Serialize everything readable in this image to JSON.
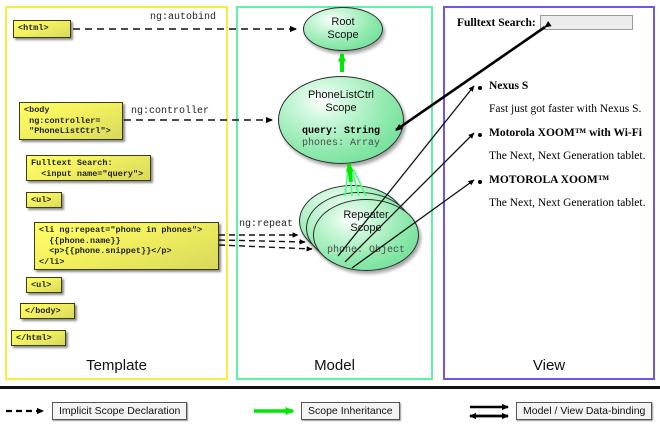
{
  "panels": [
    {
      "key": "template",
      "title": "Template",
      "color": "#f4ef3a"
    },
    {
      "key": "model",
      "title": "Model",
      "color": "#5df2a6"
    },
    {
      "key": "view",
      "title": "View",
      "color": "#6f56e8"
    }
  ],
  "template": {
    "boxes": [
      {
        "id": "html-open",
        "text": "<html>"
      },
      {
        "id": "body-open",
        "text": "<body\n ng:controller=\n \"PhoneListCtrl\">"
      },
      {
        "id": "fulltext-search",
        "text": "Fulltext Search:\n  <input name=\"query\">"
      },
      {
        "id": "ul-open",
        "text": "<ul>"
      },
      {
        "id": "li-repeat",
        "text": "<li ng:repeat=\"phone in phones\">\n  {{phone.name}}\n  <p>{{phone.snippet}}</p>\n</li>"
      },
      {
        "id": "ul-close",
        "text": "<ul>"
      },
      {
        "id": "body-close",
        "text": "</body>"
      },
      {
        "id": "html-close",
        "text": "</html>"
      }
    ]
  },
  "edge_labels": {
    "autobind": "ng:autobind",
    "controller": "ng:controller",
    "repeat": "ng:repeat"
  },
  "model": {
    "scopes": [
      {
        "id": "root-scope",
        "title_line1": "Root",
        "title_line2": "Scope",
        "props": []
      },
      {
        "id": "phonelistctrl-scope",
        "title_line1": "PhoneListCtrl",
        "title_line2": "Scope",
        "props": [
          {
            "text": "query: String",
            "bold": true
          },
          {
            "text": "phones: Array",
            "bold": false
          }
        ]
      },
      {
        "id": "repeater-scope",
        "title_line1": "Repeater",
        "title_line2": "Scope",
        "props": [
          {
            "text": "phone: Object",
            "bold": false
          }
        ]
      }
    ]
  },
  "view": {
    "search_label": "Fulltext Search:",
    "search_value": "",
    "items": [
      {
        "name": "Nexus S",
        "snippet": "Fast just got faster with Nexus S."
      },
      {
        "name": "Motorola XOOM™  with Wi-Fi",
        "snippet": "The Next, Next Generation tablet."
      },
      {
        "name": "MOTOROLA XOOM™",
        "snippet": "The Next, Next Generation tablet."
      }
    ]
  },
  "legend": [
    {
      "id": "implicit-scope-declaration",
      "label": "Implicit Scope Declaration",
      "style": "dashed",
      "color": "#000000"
    },
    {
      "id": "scope-inheritance",
      "label": "Scope Inheritance",
      "style": "solid",
      "color": "#00e800"
    },
    {
      "id": "model-view-data-binding",
      "label": "Model / View Data-binding",
      "style": "double",
      "color": "#000000"
    }
  ],
  "colors": {
    "template_border": "#f4ef3a",
    "model_border": "#5df2a6",
    "view_border": "#6f56e8",
    "code_box": "#ffff66",
    "scope_fill": "#8ee9ad",
    "inheritance_arrow": "#00e800"
  }
}
